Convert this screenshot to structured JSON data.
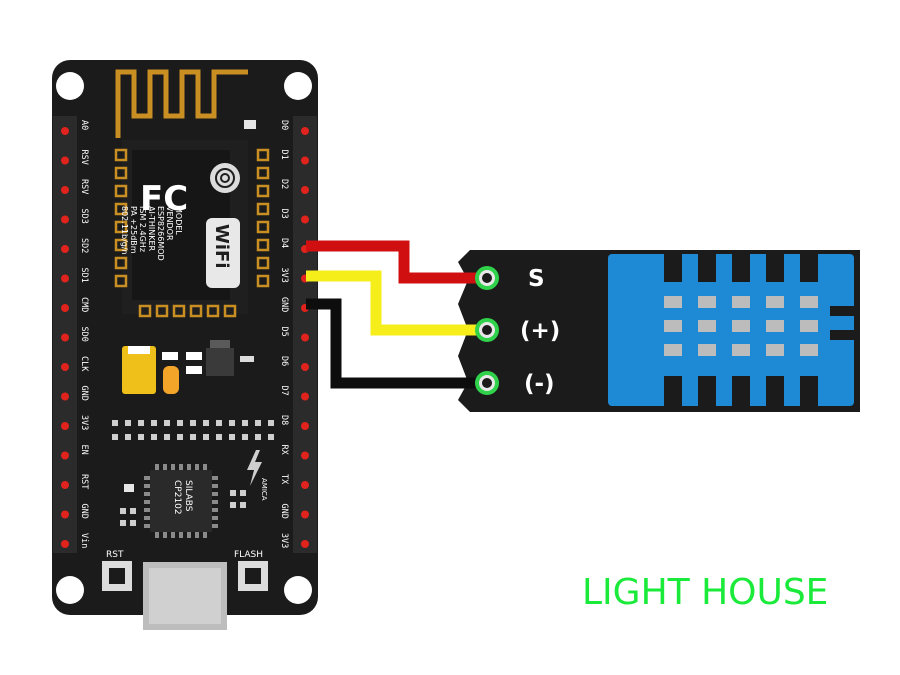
{
  "board": {
    "left_pins": [
      "A0",
      "RSV",
      "RSV",
      "SD3",
      "SD2",
      "SD1",
      "CMD",
      "SD0",
      "CLK",
      "GND",
      "3V3",
      "EN",
      "RST",
      "GND",
      "Vin"
    ],
    "right_pins": [
      "D0",
      "D1",
      "D2",
      "D3",
      "D4",
      "3V3",
      "GND",
      "D5",
      "D6",
      "D7",
      "D8",
      "RX",
      "TX",
      "GND",
      "3V3"
    ],
    "module": {
      "brand": "FC",
      "text_lines": [
        "MODEL",
        "VENDOR",
        "ESP8266MOD",
        "AI-THINKER",
        "ISM 2.4GHz",
        "PA +25dBm",
        "802.11b/g/n"
      ],
      "wifi_logo": "WiFi"
    },
    "usb_chip": [
      "SILABS",
      "CP2102"
    ],
    "brand_mark": "AMICA",
    "buttons": {
      "left": "RST",
      "right": "FLASH"
    }
  },
  "sensor": {
    "pins": [
      "S",
      "(+)",
      "(-)"
    ]
  },
  "wires": [
    {
      "from": "D4",
      "to": "S",
      "color": "#d01010"
    },
    {
      "from": "3V3",
      "to": "(+)",
      "color": "#f5ee1a"
    },
    {
      "from": "GND",
      "to": "(-)",
      "color": "#0d0d0d"
    }
  ],
  "caption": "LIGHT HOUSE",
  "colors": {
    "board": "#1b1b1b",
    "header_pin": "#e0231c",
    "gold": "#c98f22",
    "sensor_body": "#1e8ad6",
    "caption": "#1aea3a"
  }
}
